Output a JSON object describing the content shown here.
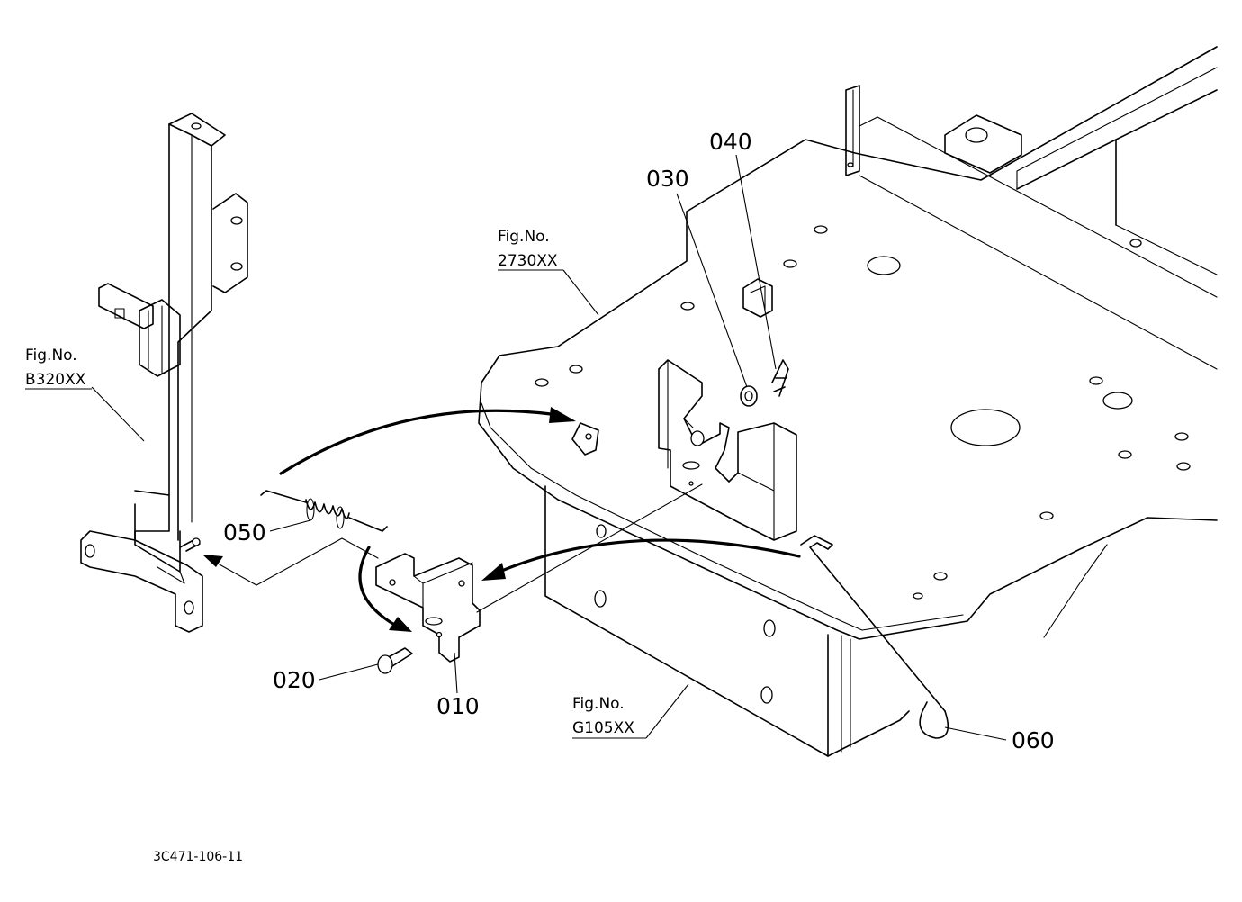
{
  "callouts": {
    "p010": "010",
    "p020": "020",
    "p030": "030",
    "p040": "040",
    "p050": "050",
    "p060": "060"
  },
  "figure_refs": {
    "b320": {
      "line1": "Fig.No.",
      "line2": "B320XX"
    },
    "f2730": {
      "line1": "Fig.No.",
      "line2": "2730XX"
    },
    "g105": {
      "line1": "Fig.No.",
      "line2": "G105XX"
    }
  },
  "drawing_number": "3C471-106-11"
}
